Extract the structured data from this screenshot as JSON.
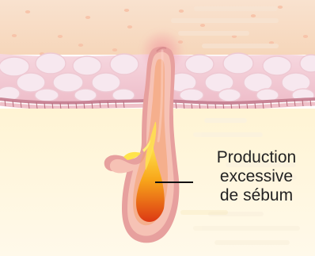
{
  "figure": {
    "label_lines": [
      "Production",
      "excessive",
      "de sébum"
    ]
  },
  "palette": {
    "upper_skin": "#f8dcc3",
    "cell_band": "#f1c7d2",
    "dermis": "#fff6dd",
    "follicle_outer": "#eaa19f",
    "follicle_inner": "#f7c4b6",
    "sebum_orange": "#f28b12",
    "sebum_red": "#df3d19",
    "text_dark": "#222222"
  }
}
